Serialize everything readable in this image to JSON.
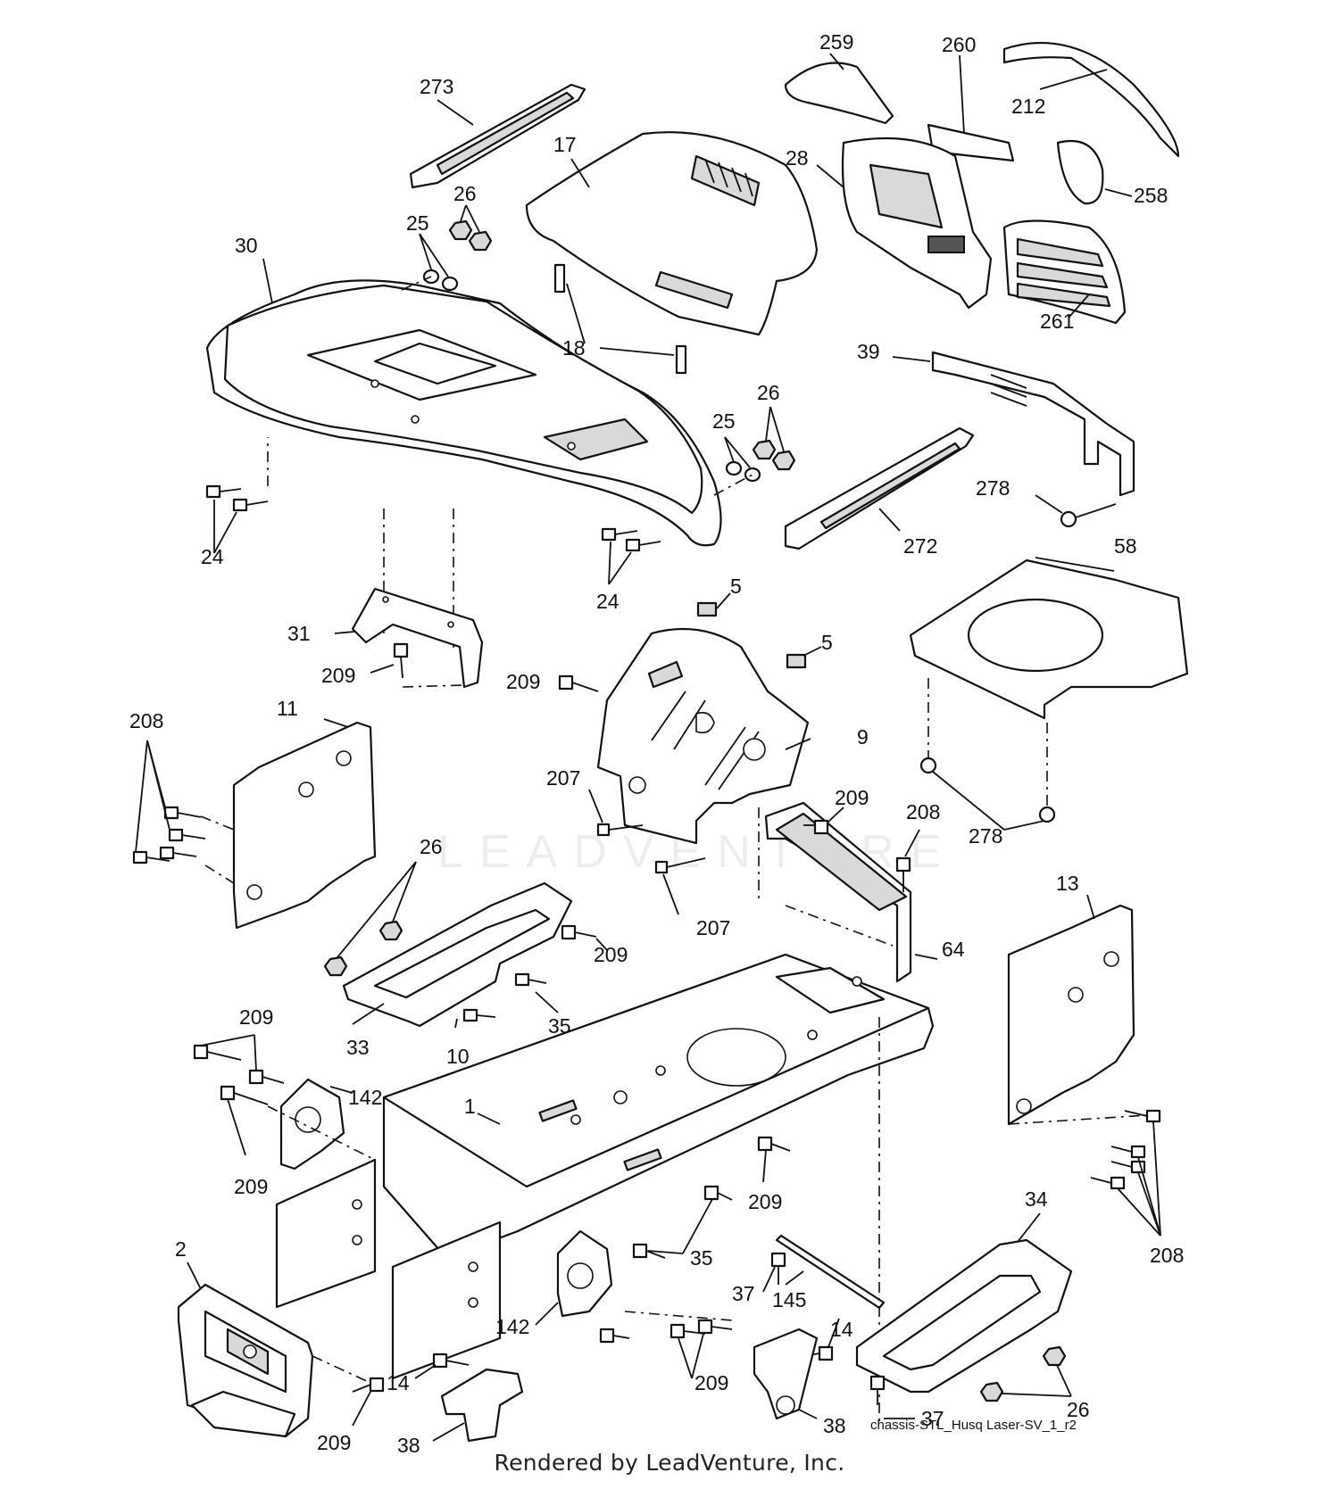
{
  "callouts": {
    "c273": "273",
    "c17": "17",
    "c259": "259",
    "c260": "260",
    "c212": "212",
    "c28": "28",
    "c258": "258",
    "c26a": "26",
    "c25a": "25",
    "c30": "30",
    "c261": "261",
    "c18": "18",
    "c39": "39",
    "c26b": "26",
    "c25b": "25",
    "c278a": "278",
    "c272": "272",
    "c24a": "24",
    "c24b": "24",
    "c58": "58",
    "c5a": "5",
    "c5b": "5",
    "c31": "31",
    "c209a": "209",
    "c209b": "209",
    "c9": "9",
    "c11": "11",
    "c208a": "208",
    "c207a": "207",
    "c209c": "209",
    "c208b": "208",
    "c278b": "278",
    "c26c": "26",
    "c209d": "209",
    "c207b": "207",
    "c64": "64",
    "c13": "13",
    "c35a": "35",
    "c33": "33",
    "c10": "10",
    "c209e": "209",
    "c142a": "142",
    "c1": "1",
    "c209f": "209",
    "c209g": "209",
    "c34": "34",
    "c35b": "35",
    "c208c": "208",
    "c2": "2",
    "c37a": "37",
    "c145": "145",
    "c142b": "142",
    "c14a": "14",
    "c209h": "209",
    "c14b": "14",
    "c26d": "26",
    "c37b": "37",
    "c209i": "209",
    "c38a": "38",
    "c38b": "38"
  },
  "diagram_code": "chassis-STL_Husq Laser-SV_1_r2",
  "render_credit": "Rendered by LeadVenture, Inc.",
  "watermark": "LEADVENTURE"
}
